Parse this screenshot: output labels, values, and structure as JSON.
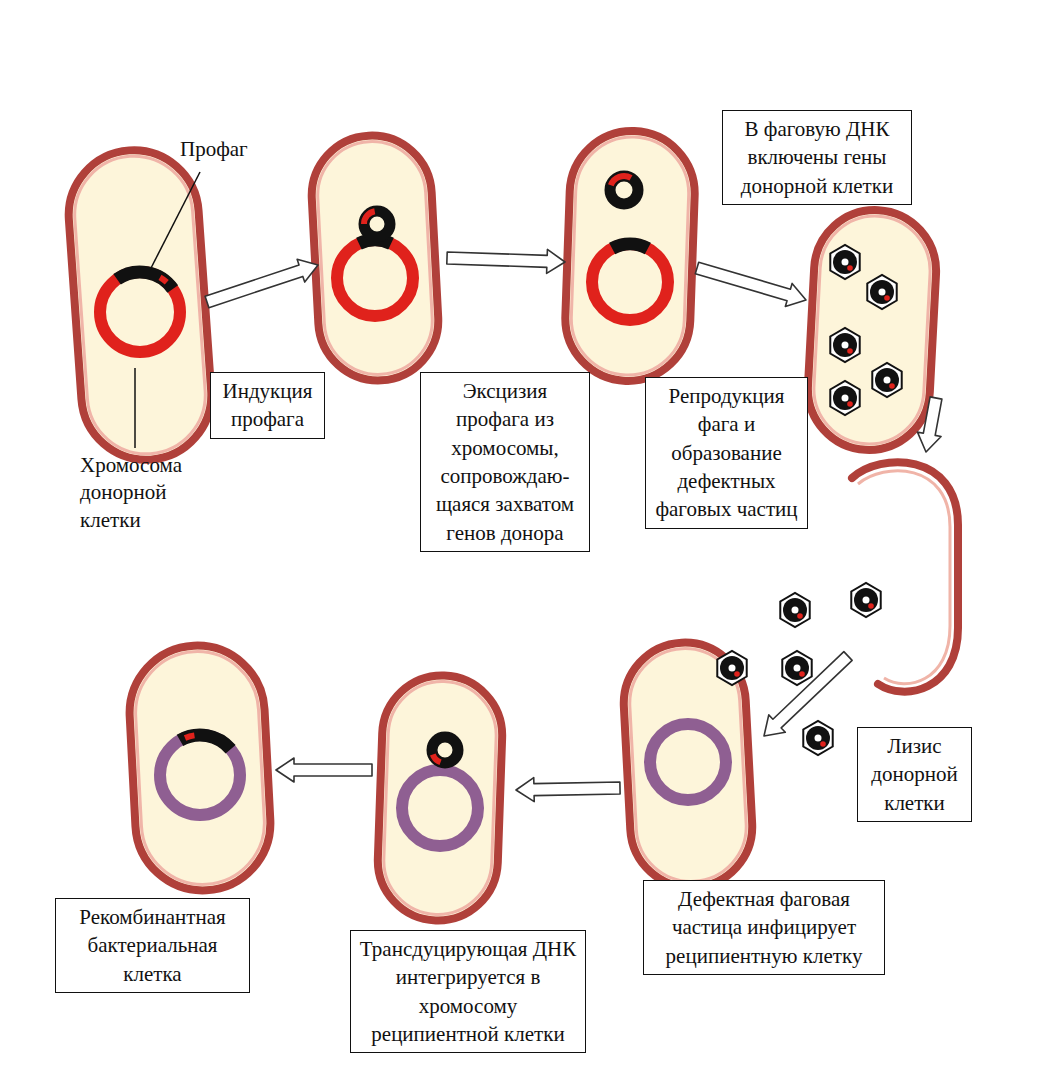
{
  "diagram": {
    "nodes": [
      {
        "text": [
          "В фаговую ДНК включены гены донорной клетки"
        ]
      },
      {
        "text": [
          "Индукция профага"
        ]
      },
      {
        "text": [
          "Эксцизия профага из хромосомы, сопровождаю- щаяся захватом генов донора"
        ]
      },
      {
        "text": [
          "Репродукция фага и образование дефектных фаговых частиц"
        ]
      },
      {
        "text": [
          "Лизис донорной клетки"
        ]
      },
      {
        "text": [
          "Рекомбинантная бактериальная клетка"
        ]
      },
      {
        "text": [
          "Трансдуцирующая ДНК интегрируется в хромосому реципиентной клетки"
        ]
      },
      {
        "text": [
          "Дефектная фаговая частица инфицирует реципиентную клетку"
        ]
      }
    ],
    "labels": [
      "Профаг",
      "Хромосома донорной клетки"
    ]
  }
}
